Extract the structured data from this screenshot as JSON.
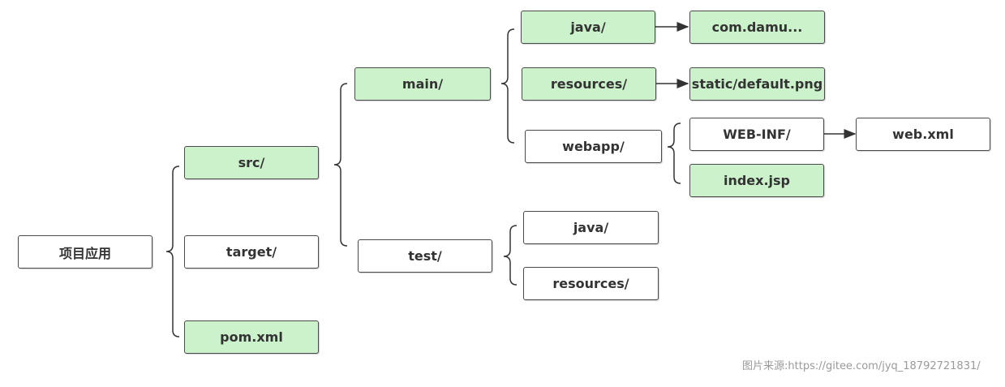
{
  "colors": {
    "node_green": "#ccf2cc",
    "node_white": "#ffffff",
    "border": "#4a4a4a",
    "line": "#333333"
  },
  "nodes": {
    "root": "项目应用",
    "src": "src/",
    "target": "target/",
    "pom": "pom.xml",
    "main": "main/",
    "test": "test/",
    "main_java": "java/",
    "main_resources": "resources/",
    "webapp": "webapp/",
    "com_damu": "com.damu...",
    "static_default": "static/default.png",
    "web_inf": "WEB-INF/",
    "index_jsp": "index.jsp",
    "web_xml": "web.xml",
    "test_java": "java/",
    "test_resources": "resources/"
  },
  "watermark": "图片来源:https://gitee.com/jyq_18792721831/"
}
